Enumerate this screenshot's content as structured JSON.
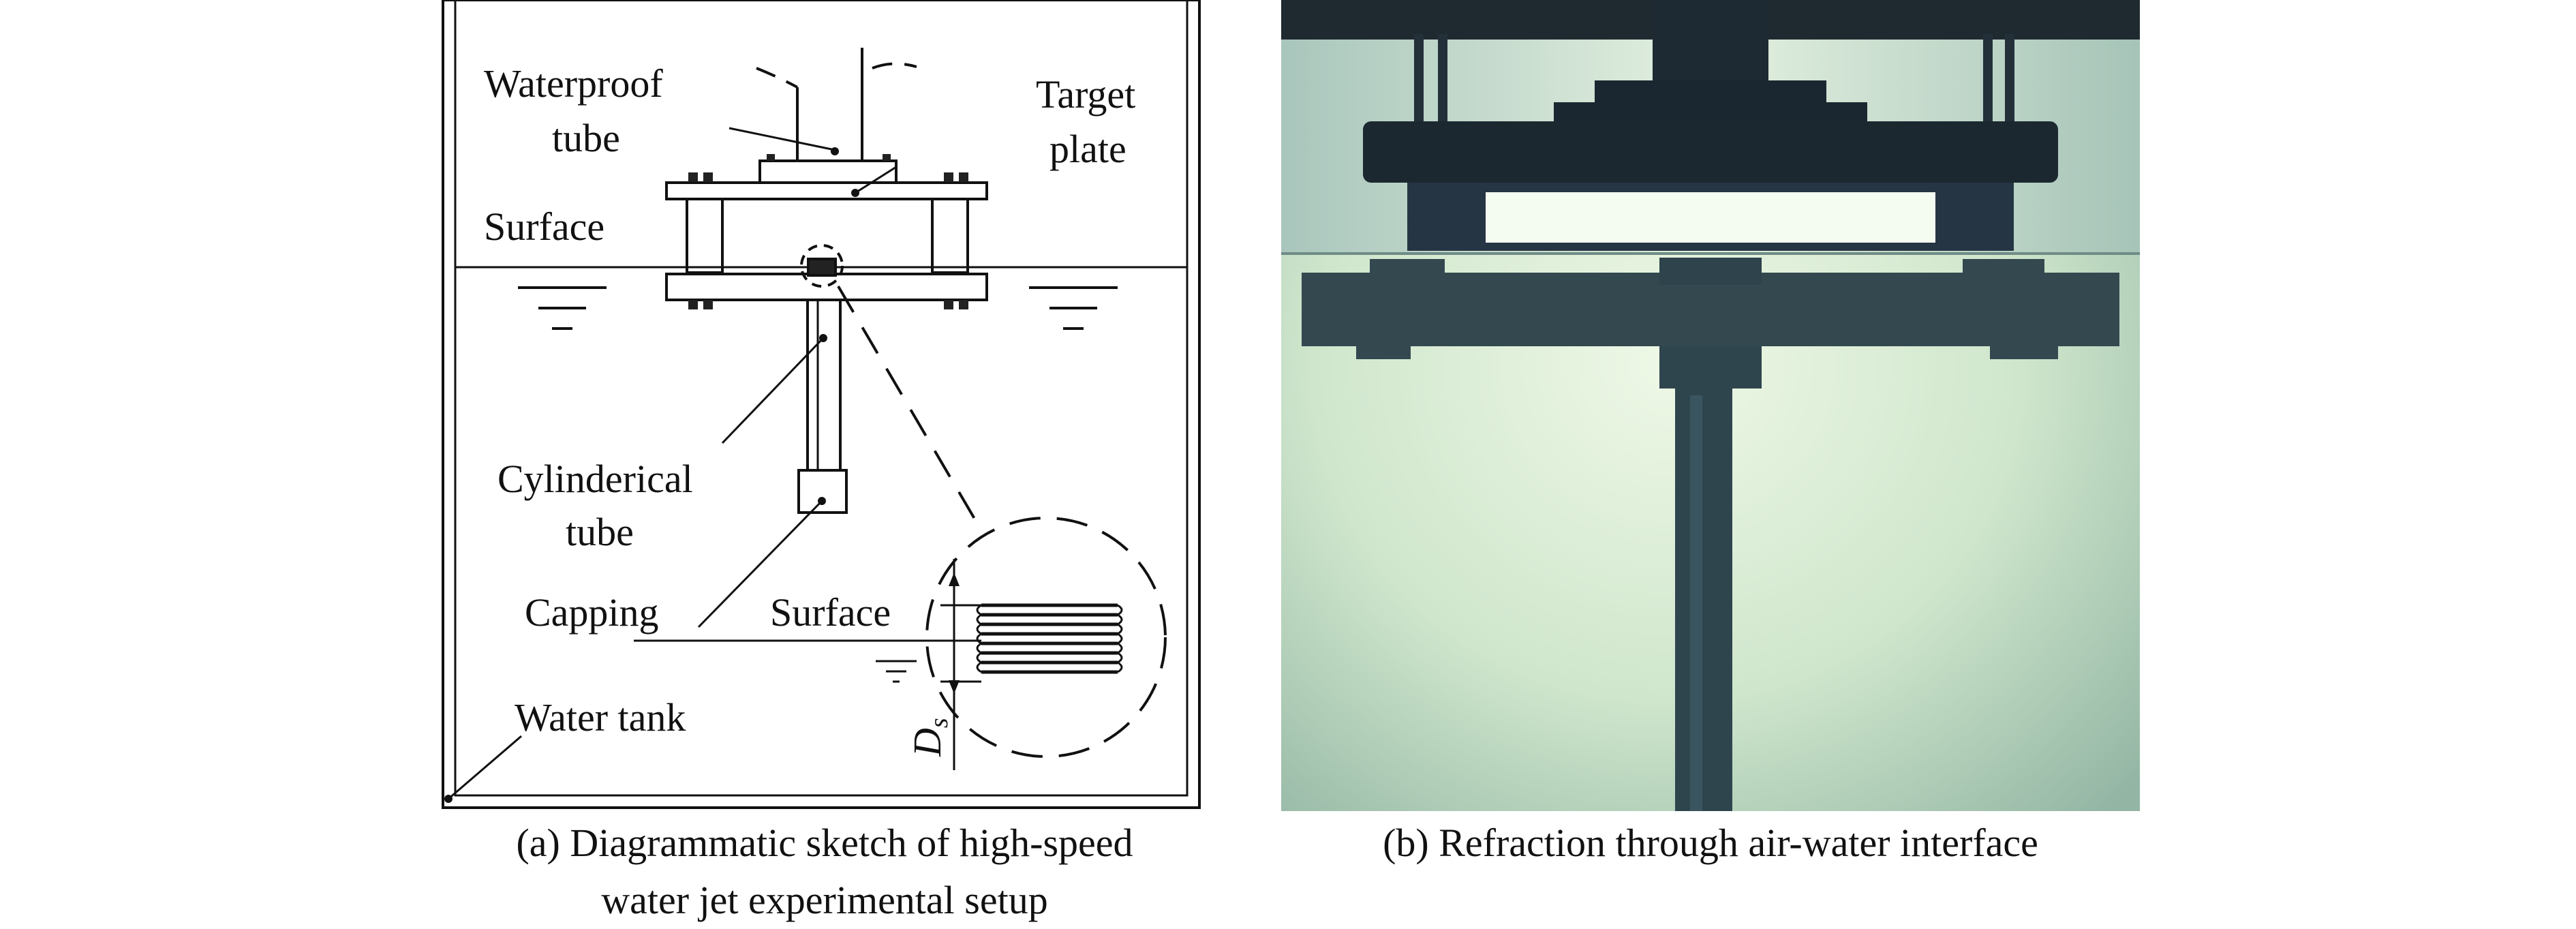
{
  "panel_a": {
    "labels": {
      "waterproof_tube_1": "Waterproof",
      "waterproof_tube_2": "tube",
      "target_plate_1": "Target",
      "target_plate_2": "plate",
      "surface_top": "Surface",
      "cylindrical_tube_1": "Cylinderical",
      "cylindrical_tube_2": "tube",
      "capping": "Capping",
      "surface_detail": "Surface",
      "water_tank": "Water tank",
      "ds_main": "D",
      "ds_sub": "s"
    },
    "caption_line1": "(a) Diagrammatic sketch of high-speed",
    "caption_line2": "water jet experimental setup"
  },
  "panel_b": {
    "caption": "(b) Refraction through air-water interface"
  }
}
